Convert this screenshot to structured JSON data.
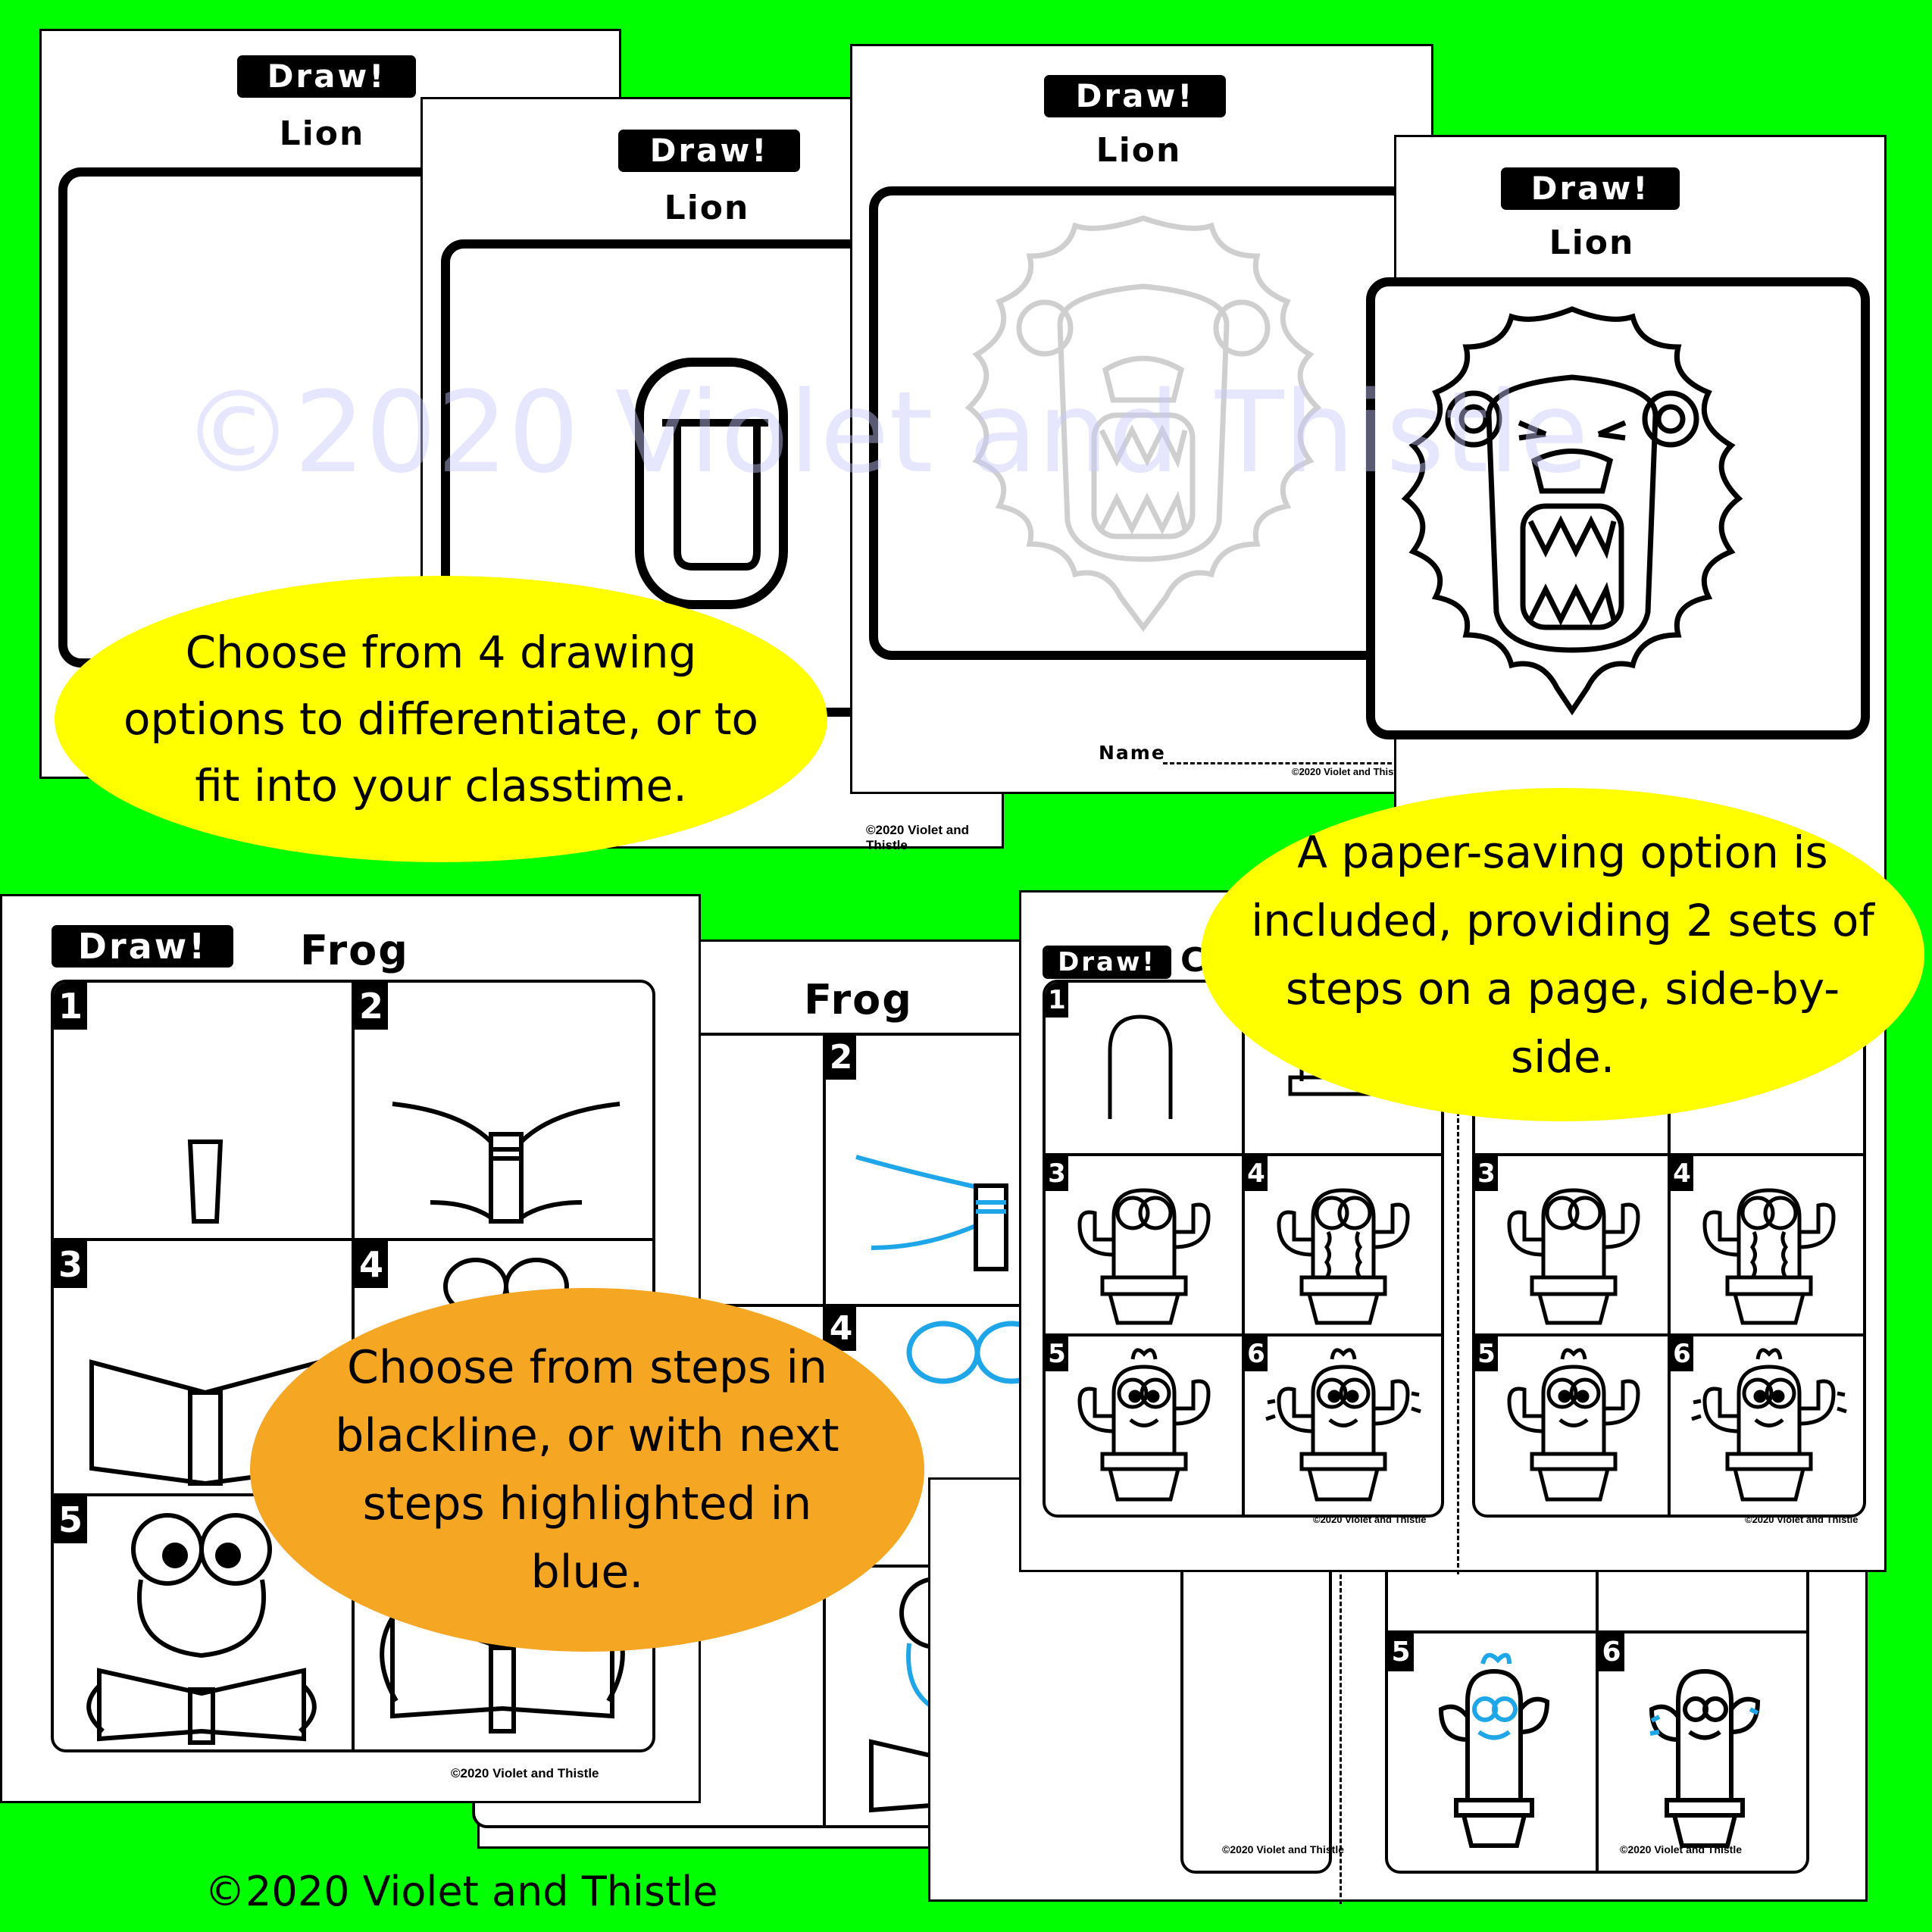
{
  "page": {
    "background": "#00ff00",
    "accent_yellow": "#ffff00",
    "accent_orange": "#f5a623",
    "highlight_blue": "#1fa6e8"
  },
  "draw_tag": "Draw!",
  "lion_sheets": {
    "title": "Lion"
  },
  "frog_sheets": {
    "title": "Frog"
  },
  "cactus_sheet": {
    "title_partial": "C"
  },
  "name_label": "Name",
  "sheet_copyright": "©2020 Violet and Thistle",
  "watermark": "©2020 Violet and Thistle",
  "step_numbers": [
    "1",
    "2",
    "3",
    "4",
    "5",
    "6"
  ],
  "bubbles": {
    "drawing_options": "Choose from 4 drawing options to differentiate, or to fit into your classtime.",
    "paper_saving": "A paper-saving option is included, providing 2 sets of steps on a page, side-by-side.",
    "blackline": "Choose from steps in blackline, or with next steps highlighted in blue."
  },
  "footer": "©2020 Violet and Thistle"
}
